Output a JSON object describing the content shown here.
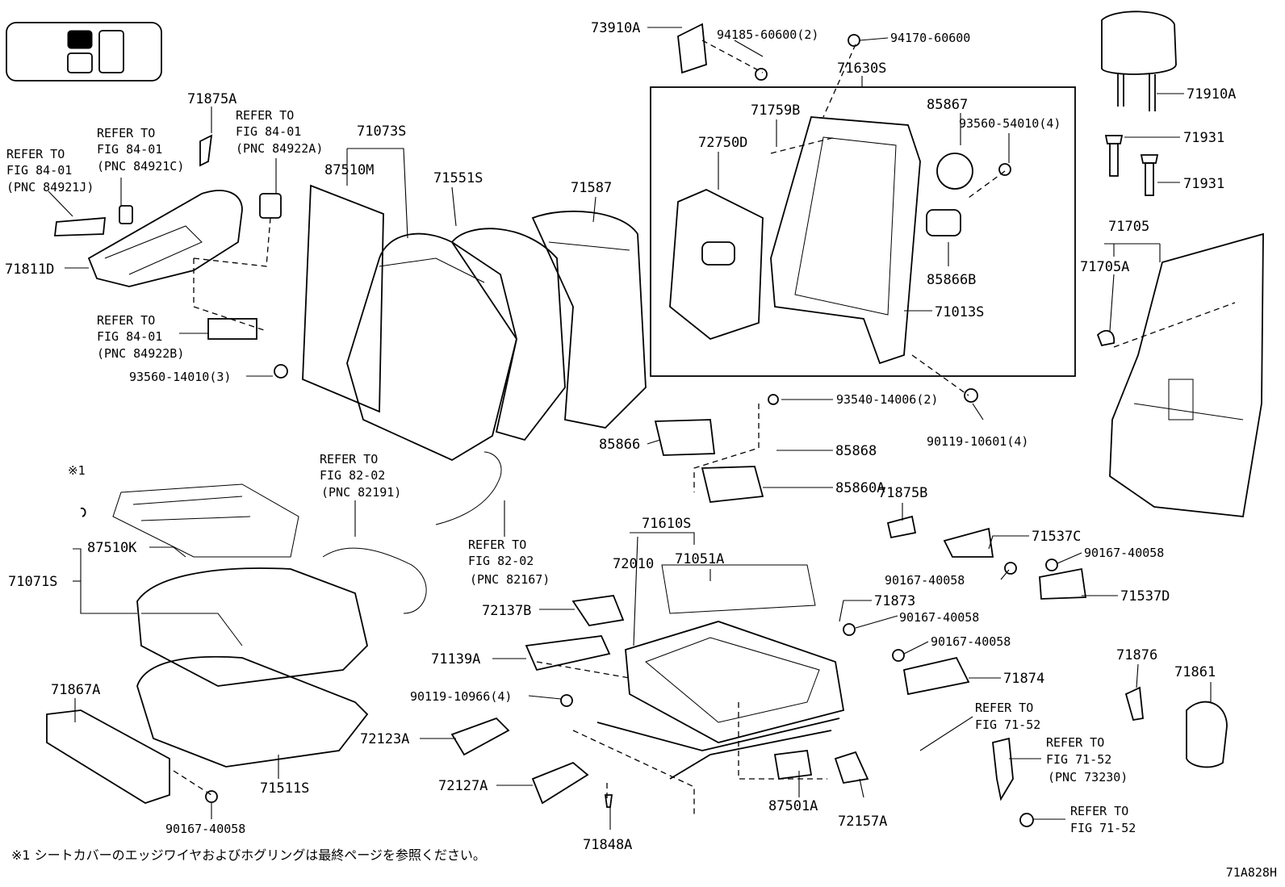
{
  "diagram": {
    "labels": {
      "p73910A": "73910A",
      "p94185": "94185-60600(2)",
      "p94170": "94170-60600",
      "p71630S": "71630S",
      "p71910A": "71910A",
      "p71931a": "71931",
      "p71931b": "71931",
      "p71875A": "71875A",
      "p71073S": "71073S",
      "p87510M": "87510M",
      "p71551S": "71551S",
      "p71587": "71587",
      "p71759B": "71759B",
      "p72750D": "72750D",
      "p85867": "85867",
      "p93560_54010": "93560-54010(4)",
      "p85866B": "85866B",
      "p71013S": "71013S",
      "p71705": "71705",
      "p71705A": "71705A",
      "p71811D": "71811D",
      "p93560_14010": "93560-14010(3)",
      "p93540": "93540-14006(2)",
      "p90119_10601": "90119-10601(4)",
      "p85866": "85866",
      "p85868": "85868",
      "p85860A": "85860A",
      "p71875B": "71875B",
      "p71537C": "71537C",
      "p90167_a": "90167-40058",
      "p90167_b": "90167-40058",
      "p71537D": "71537D",
      "p87510K": "87510K",
      "p71071S": "71071S",
      "p71610S": "71610S",
      "p72010": "72010",
      "p71051A": "71051A",
      "p72137B": "72137B",
      "p71873": "71873",
      "p90167_c": "90167-40058",
      "p90167_d": "90167-40058",
      "p71139A": "71139A",
      "p71874": "71874",
      "p71876": "71876",
      "p71861": "71861",
      "p71867A": "71867A",
      "p90119_10966": "90119-10966(4)",
      "p72123A": "72123A",
      "p71511S": "71511S",
      "p72127A": "72127A",
      "p87501A": "87501A",
      "p72157A": "72157A",
      "p90167_e": "90167-40058",
      "p71848A": "71848A",
      "p_note_mark": "※1"
    },
    "refs": {
      "r1": [
        "REFER TO",
        "FIG 84-01",
        "(PNC 84921J)"
      ],
      "r2": [
        "REFER TO",
        "FIG 84-01",
        "(PNC 84921C)"
      ],
      "r3": [
        "REFER TO",
        "FIG 84-01",
        "(PNC 84922A)"
      ],
      "r4": [
        "REFER TO",
        "FIG 84-01",
        "(PNC 84922B)"
      ],
      "r5": [
        "REFER TO",
        "FIG 82-02",
        "(PNC 82191)"
      ],
      "r6": [
        "REFER TO",
        "FIG 82-02",
        "(PNC 82167)"
      ],
      "r7": [
        "REFER TO",
        "FIG 71-52"
      ],
      "r8": [
        "REFER TO",
        "FIG 71-52",
        "(PNC 73230)"
      ],
      "r9": [
        "REFER TO",
        "FIG 71-52"
      ]
    },
    "footnote": "※1 シートカバーのエッジワイヤおよびホグリングは最終ページを参照ください。",
    "figure_code": "71A828H"
  }
}
